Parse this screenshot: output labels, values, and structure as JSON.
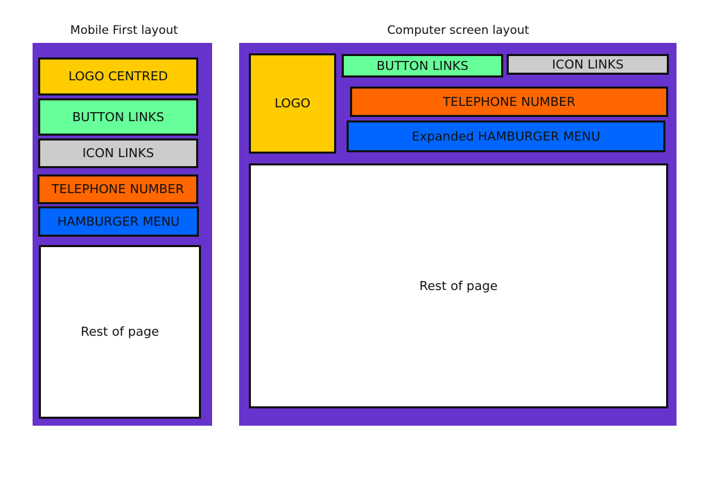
{
  "mobile": {
    "title": "Mobile First layout",
    "logo": "LOGO CENTRED",
    "button_links": "BUTTON LINKS",
    "icon_links": "ICON LINKS",
    "telephone": "TELEPHONE NUMBER",
    "menu": "HAMBURGER MENU",
    "rest": "Rest of page"
  },
  "desktop": {
    "title": "Computer screen layout",
    "logo": "LOGO",
    "button_links": "BUTTON LINKS",
    "icon_links": "ICON LINKS",
    "telephone": "TELEPHONE NUMBER",
    "menu": "Expanded HAMBURGER MENU",
    "rest": "Rest of page"
  },
  "colors": {
    "panel": "#6633cc",
    "logo": "#ffcc00",
    "button_links": "#66ff99",
    "icon_links": "#cccccc",
    "telephone": "#ff6600",
    "menu": "#0066ff",
    "rest": "#ffffff"
  }
}
